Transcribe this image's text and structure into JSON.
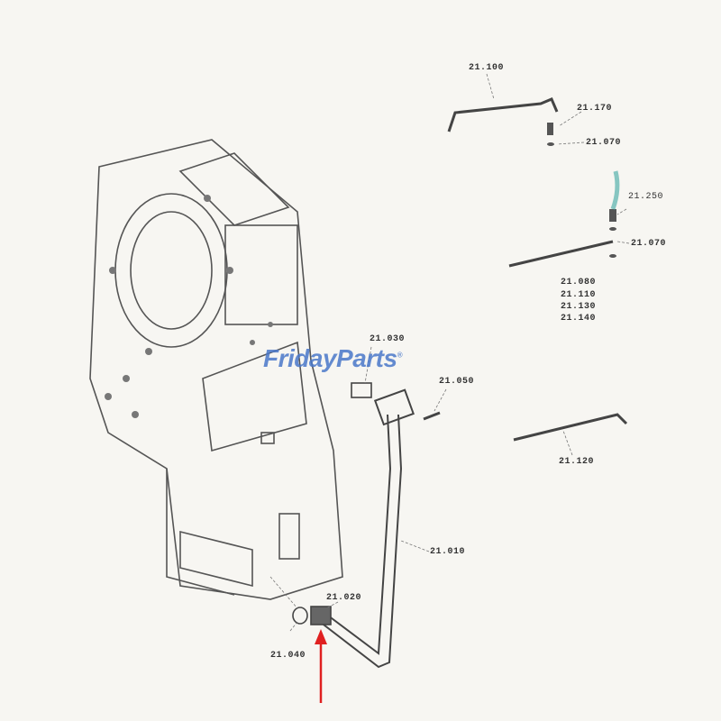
{
  "watermark": {
    "part1": "Friday",
    "part2": "Parts",
    "mark": "®",
    "color_blue": "#4a78c9",
    "color_orange": "#e8a33a"
  },
  "labels": {
    "l21100": "21.100",
    "l21170": "21.170",
    "l21070a": "21.070",
    "l21250": "21.250",
    "l21070b": "21.070",
    "l21080": "21.080",
    "l21110": "21.110",
    "l21130": "21.130",
    "l21140": "21.140",
    "l21030": "21.030",
    "l21050": "21.050",
    "l21120": "21.120",
    "l21010": "21.010",
    "l21020": "21.020",
    "l21040": "21.040"
  },
  "arrow": {
    "color": "#e02020",
    "points_to": "21.020"
  }
}
